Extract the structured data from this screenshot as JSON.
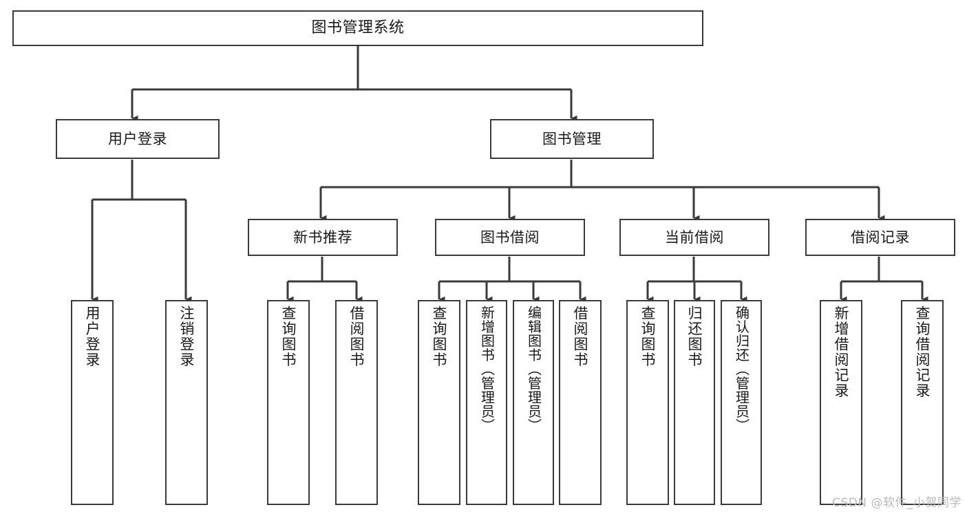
{
  "diagram": {
    "title": "图书管理系统",
    "type": "tree-hierarchy",
    "watermark": "CSDN @软件_小贺同学",
    "colors": {
      "box_border": "#3a3a3a",
      "box_fill": "#ffffff",
      "edge": "#3a3a3a",
      "text": "#1a1a1a",
      "watermark": "#b9b9b9",
      "background": "#ffffff"
    }
  },
  "nodes": {
    "root": {
      "label": "图书管理系统"
    },
    "level2": [
      {
        "id": "user-login",
        "label": "用户登录"
      },
      {
        "id": "book-manage",
        "label": "图书管理"
      }
    ],
    "level3": [
      {
        "id": "new-book-recommend",
        "label": "新书推荐"
      },
      {
        "id": "book-borrow",
        "label": "图书借阅"
      },
      {
        "id": "current-borrow",
        "label": "当前借阅"
      },
      {
        "id": "borrow-record",
        "label": "借阅记录"
      }
    ],
    "leaves": {
      "user-login": [
        {
          "id": "leaf-user-login",
          "label": "用户登录"
        },
        {
          "id": "leaf-logout",
          "label": "注销登录"
        }
      ],
      "new-book-recommend": [
        {
          "id": "leaf-query-book-1",
          "label": "查询图书"
        },
        {
          "id": "leaf-borrow-book-1",
          "label": "借阅图书"
        }
      ],
      "book-borrow": [
        {
          "id": "leaf-query-book-2",
          "label": "查询图书"
        },
        {
          "id": "leaf-add-book",
          "label": "新增图书（管理员）"
        },
        {
          "id": "leaf-edit-book",
          "label": "编辑图书（管理员）"
        },
        {
          "id": "leaf-borrow-book-2",
          "label": "借阅图书"
        }
      ],
      "current-borrow": [
        {
          "id": "leaf-query-book-3",
          "label": "查询图书"
        },
        {
          "id": "leaf-return-book",
          "label": "归还图书"
        },
        {
          "id": "leaf-confirm-return",
          "label": "确认归还（管理员）"
        }
      ],
      "borrow-record": [
        {
          "id": "leaf-add-record",
          "label": "新增借阅记录"
        },
        {
          "id": "leaf-query-record",
          "label": "查询借阅记录"
        }
      ]
    }
  }
}
